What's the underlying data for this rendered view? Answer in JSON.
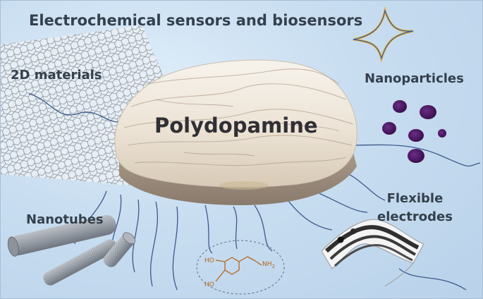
{
  "title": "Electrochemical sensors and biosensors",
  "labels": {
    "materials_2d": "2D materials",
    "nanoparticles": "Nanoparticles",
    "nanotubes": "Nanotubes",
    "flexible_line1": "Flexible",
    "flexible_line2": "electrodes",
    "center": "Polydopamine"
  },
  "chemistry": {
    "hydroxyl_top": "HO",
    "hydroxyl_bottom": "HO",
    "amine": "NH",
    "amine_subscript": "2"
  },
  "colors": {
    "background": "#c8ddf0",
    "fiber": "#3d5a8a",
    "text": "#34404c",
    "nanoparticle": "#4a1560",
    "cv_curve_outer": "#f3b233",
    "cv_curve_inner": "#2b5fb0",
    "molecule": "#b5651d"
  }
}
